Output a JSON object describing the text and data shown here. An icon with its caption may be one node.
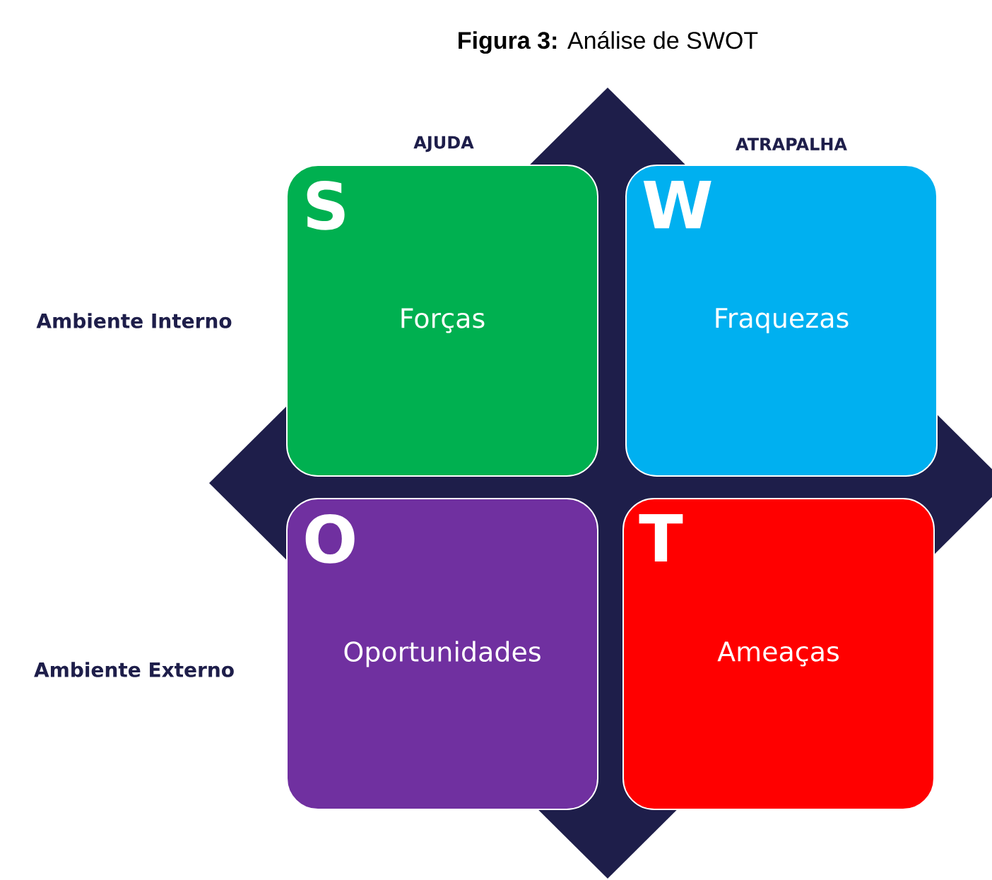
{
  "diagram": {
    "title": "**Figura 3:** Análise de SWOT",
    "nodes": [
      {
        "text": [
          "S",
          "Forças"
        ]
      },
      {
        "text": [
          "W",
          "Fraquezas"
        ]
      },
      {
        "text": [
          "O",
          "Oportunidades"
        ]
      },
      {
        "text": [
          "T",
          "Ameaças"
        ]
      }
    ],
    "labels": [
      "AJUDA",
      "ATRAPALHA",
      "Ambiente Interno",
      "Ambiente Externo"
    ]
  }
}
